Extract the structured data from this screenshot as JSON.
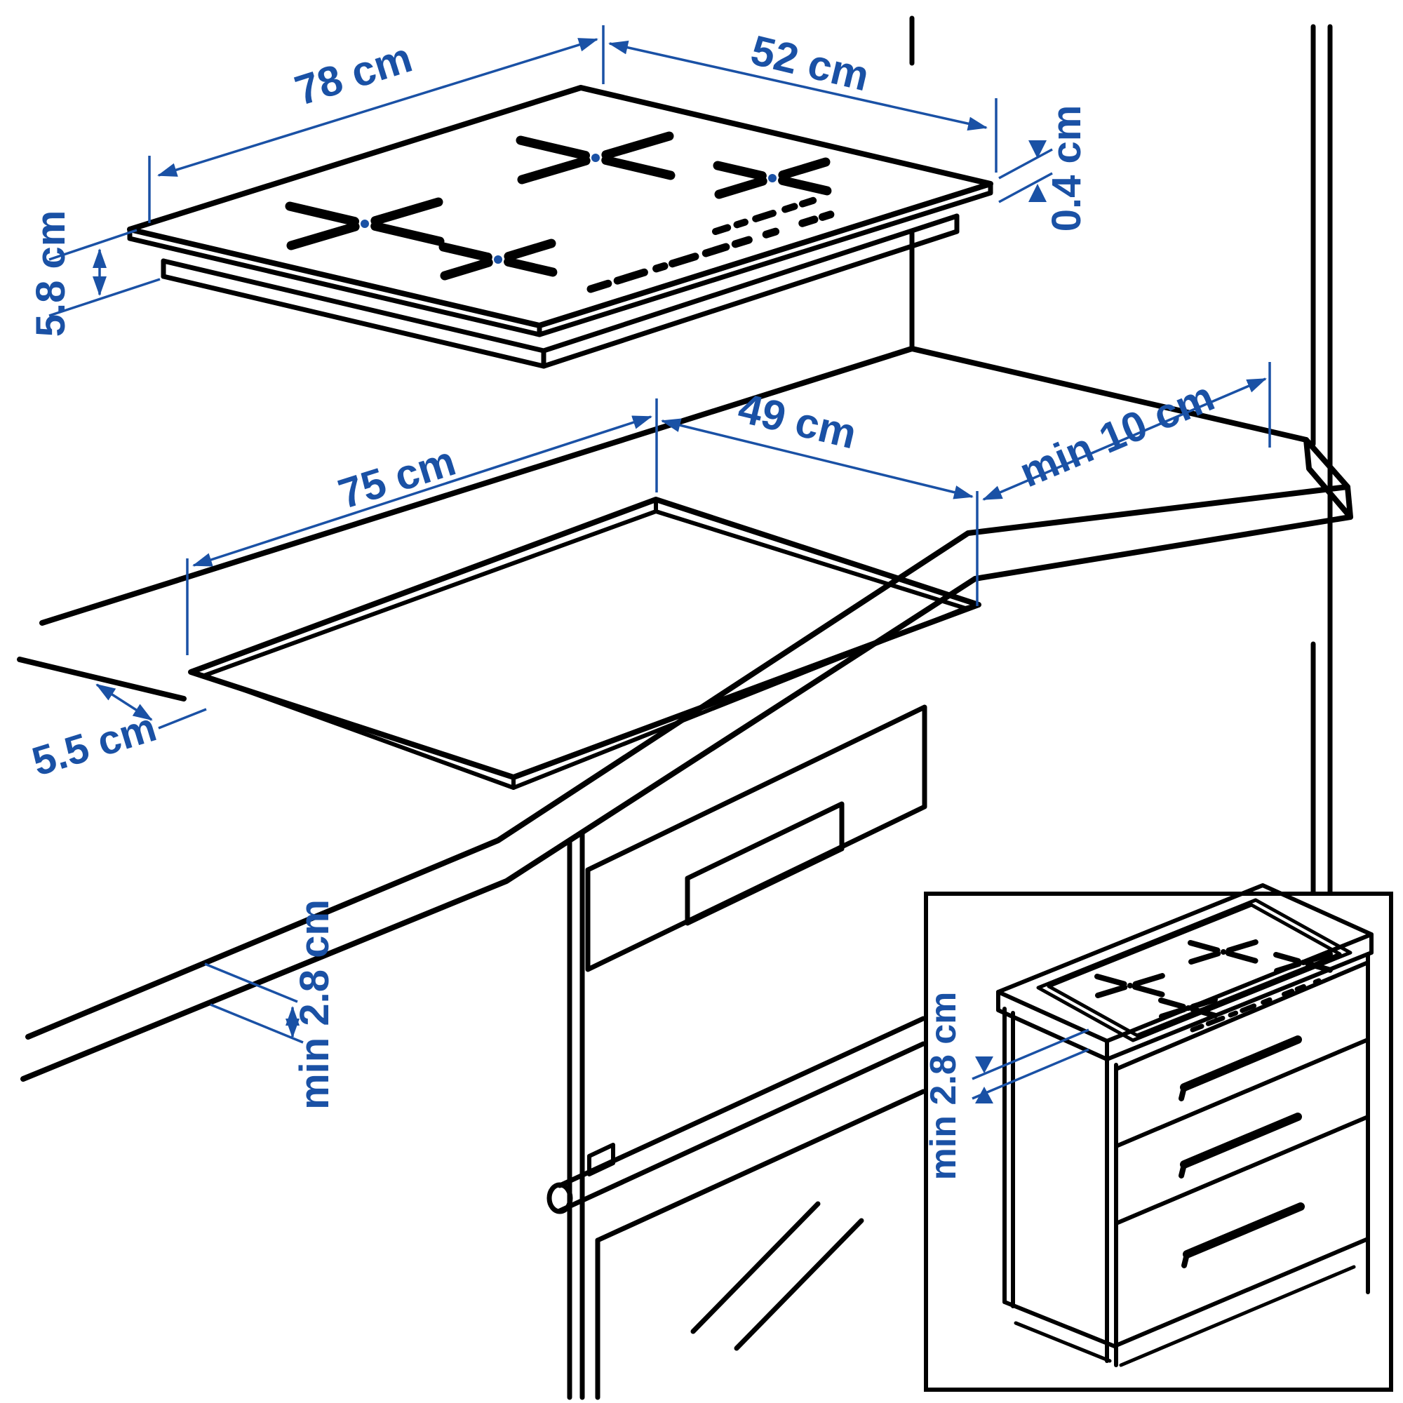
{
  "colors": {
    "line": "#000000",
    "accent_blue": "#1a51a5",
    "background": "#ffffff"
  },
  "cooktop": {
    "width_label": "78 cm",
    "depth_label": "52 cm",
    "glass_thickness_label": "0.4 cm",
    "height_label": "5.8 cm"
  },
  "worktop": {
    "cutout_length_label": "75 cm",
    "cutout_width_label": "49 cm",
    "wall_clearance_label": "min 10 cm",
    "front_distance_label": "5.5 cm",
    "thickness_clearance_label": "min 2.8 cm"
  },
  "inset": {
    "thickness_clearance_label": "min 2.8 cm"
  }
}
